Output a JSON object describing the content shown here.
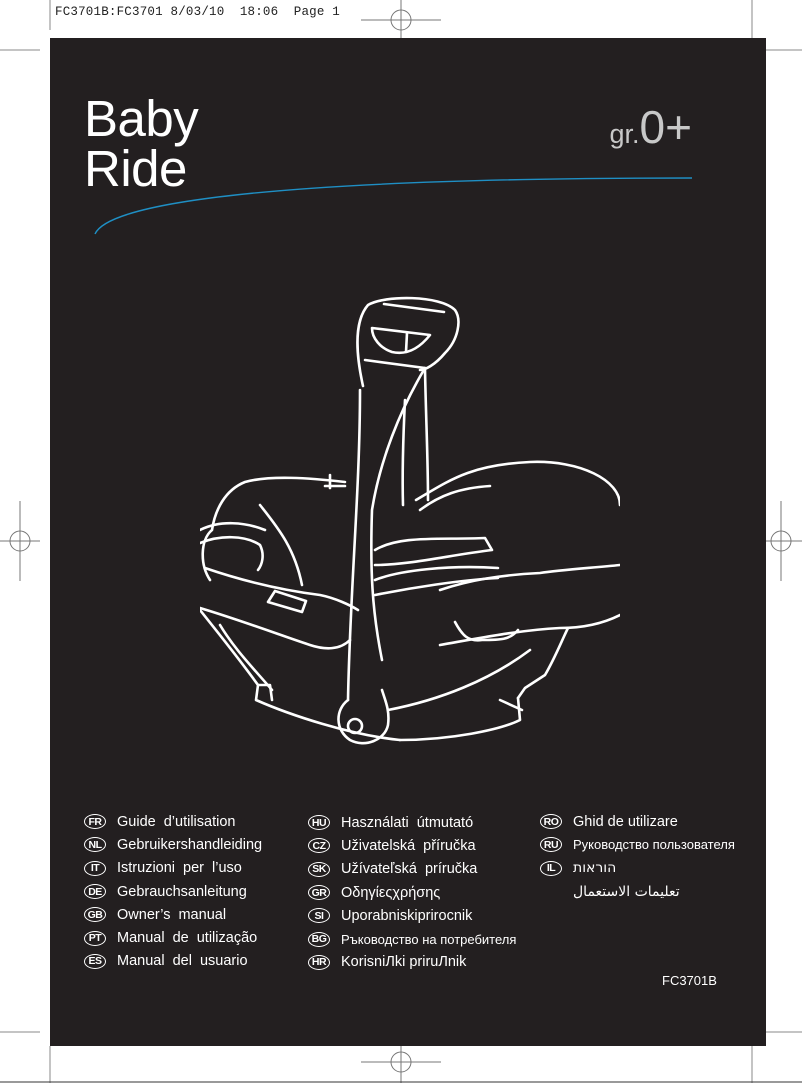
{
  "slug": {
    "text": "FC3701B:FC3701 8/03/10  18:06  Page 1"
  },
  "cover": {
    "background": "#231f20",
    "title_line1": "Baby",
    "title_line2": "Ride",
    "group_prefix": "gr.",
    "group_value": "0+",
    "swoosh_color": "#1f8fc4",
    "illustration": "infant-car-seat-line-drawing",
    "product_code": "FC3701B"
  },
  "languages": {
    "column1": [
      {
        "code": "FR",
        "label": "Guide  d’utilisation"
      },
      {
        "code": "NL",
        "label": "Gebruikershandleiding"
      },
      {
        "code": "IT",
        "label": "Istruzioni  per  l’uso"
      },
      {
        "code": "DE",
        "label": "Gebrauchsanleitung"
      },
      {
        "code": "GB",
        "label": "Owner’s  manual"
      },
      {
        "code": "PT",
        "label": "Manual  de  utilização"
      },
      {
        "code": "ES",
        "label": "Manual  del  usuario"
      }
    ],
    "column2": [
      {
        "code": "HU",
        "label": "Használati  útmutató"
      },
      {
        "code": "CZ",
        "label": "Uživatelská  příručka"
      },
      {
        "code": "SK",
        "label": "Užívateľská  príručka"
      },
      {
        "code": "GR",
        "label": "Οδηγίεςχρήσης"
      },
      {
        "code": "SI",
        "label": "Uporabniskiprirocnik"
      },
      {
        "code": "BG",
        "label": "Ръководство на потребителя"
      },
      {
        "code": "HR",
        "label": "KorisniЛki priruЛnik"
      }
    ],
    "column3": [
      {
        "code": "RO",
        "label": "Ghid de utilizare"
      },
      {
        "code": "RU",
        "label": "Руководство пользователя"
      },
      {
        "code": "IL",
        "label": "הוראות"
      },
      {
        "code": "",
        "label": "تعليمات الاستعمال"
      }
    ]
  }
}
